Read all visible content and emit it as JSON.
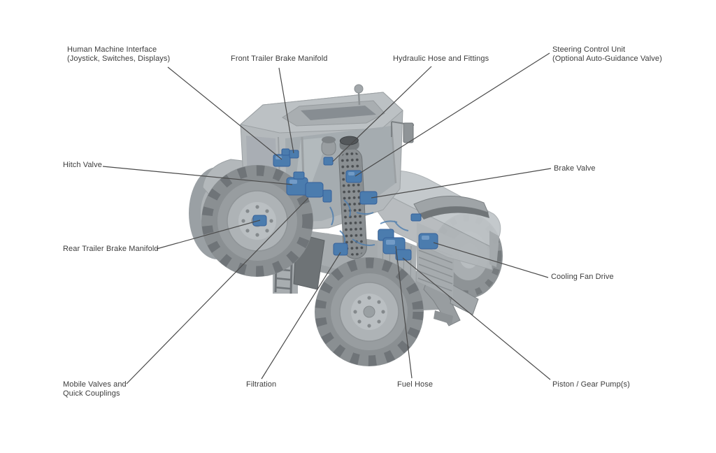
{
  "diagram": {
    "subject": "tractor-hydraulic-components-diagram",
    "labels": [
      {
        "id": "human-machine-interface",
        "lines": [
          "Human Machine Interface",
          "(Joystick, Switches, Displays)"
        ]
      },
      {
        "id": "front-trailer-brake-manifold",
        "lines": [
          "Front Trailer Brake Manifold"
        ]
      },
      {
        "id": "hydraulic-hose-and-fittings",
        "lines": [
          "Hydraulic Hose and Fittings"
        ]
      },
      {
        "id": "steering-control-unit",
        "lines": [
          "Steering Control Unit",
          "(Optional Auto-Guidance Valve)"
        ]
      },
      {
        "id": "hitch-valve",
        "lines": [
          "Hitch Valve"
        ]
      },
      {
        "id": "brake-valve",
        "lines": [
          "Brake Valve"
        ]
      },
      {
        "id": "rear-trailer-brake-manifold",
        "lines": [
          "Rear Trailer Brake Manifold"
        ]
      },
      {
        "id": "cooling-fan-drive",
        "lines": [
          "Cooling Fan Drive"
        ]
      },
      {
        "id": "mobile-valves-quick-couplings",
        "lines": [
          "Mobile Valves and",
          "Quick Couplings"
        ]
      },
      {
        "id": "filtration",
        "lines": [
          "Filtration"
        ]
      },
      {
        "id": "fuel-hose",
        "lines": [
          "Fuel Hose"
        ]
      },
      {
        "id": "piston-gear-pumps",
        "lines": [
          "Piston / Gear Pump(s)"
        ]
      }
    ],
    "colors": {
      "background": "#ffffff",
      "label_text": "#3c3c3c",
      "leader_line": "#4a4a4a",
      "component_highlight_blue": "#4b7cae",
      "tractor_body_gray": "#b4b9bc",
      "tire_gray": "#8a8f92"
    }
  }
}
